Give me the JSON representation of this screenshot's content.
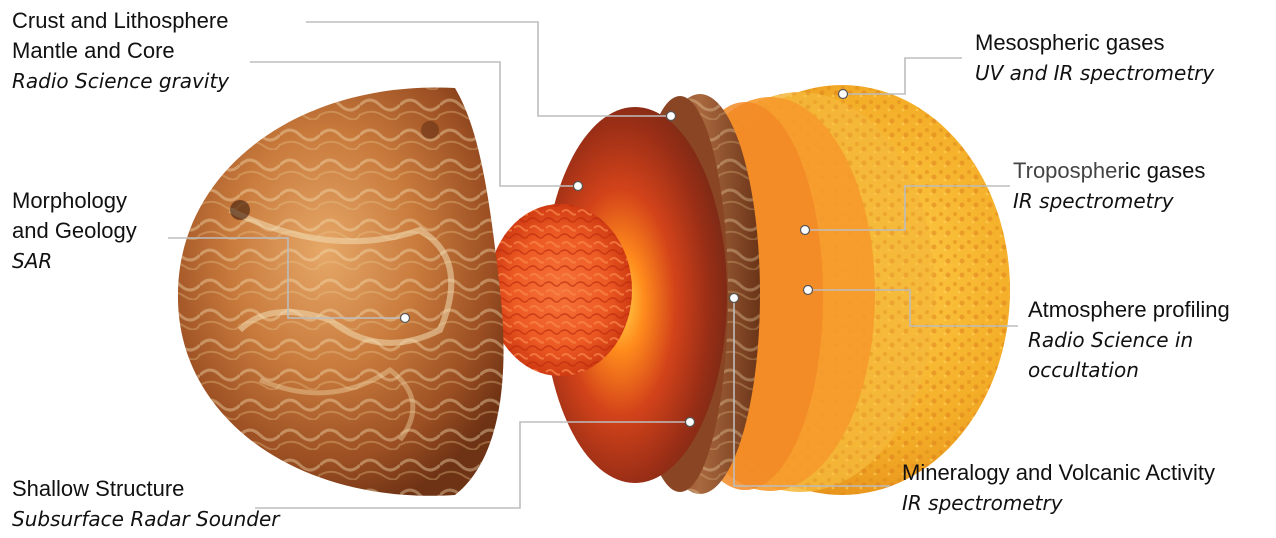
{
  "labels": {
    "crust": {
      "line1": "Crust and Lithosphere",
      "line2": "Mantle and Core",
      "method": "Radio Science gravity"
    },
    "morphology": {
      "line1": "Morphology",
      "line2": "and Geology",
      "method": "SAR"
    },
    "shallow": {
      "line1": "Shallow Structure",
      "method": "Subsurface Radar Sounder"
    },
    "mesospheric": {
      "line1": "Mesospheric gases",
      "method": "UV and IR spectrometry"
    },
    "tropospheric": {
      "line1_part1": "Tropospher",
      "line1_part2": "ic gases",
      "method": "IR spectrometry"
    },
    "atmosphere": {
      "line1": "Atmosphere profiling",
      "method_line1": "Radio Science in",
      "method_line2": "occultation"
    },
    "mineralogy": {
      "line1": "Mineralogy and Volcanic Activity",
      "method": "IR spectrometry"
    }
  },
  "colors": {
    "leader_line": "#bdbdbd",
    "core_center": "#ff8a2a",
    "core_edge": "#d0300f",
    "atmosphere": "#f7a52a",
    "surface": "#b8602a"
  }
}
